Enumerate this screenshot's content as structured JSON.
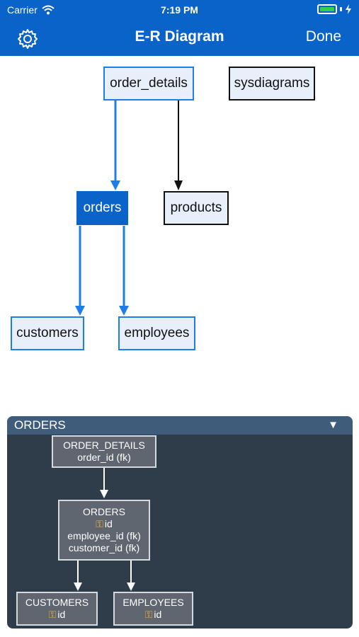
{
  "status_bar": {
    "carrier": "Carrier",
    "time": "7:19 PM"
  },
  "nav": {
    "title": "E-R Diagram",
    "done_label": "Done",
    "settings_icon": "gear-icon"
  },
  "diagram": {
    "tables": {
      "order_details": "order_details",
      "sysdiagrams": "sysdiagrams",
      "orders": "orders",
      "products": "products",
      "customers": "customers",
      "employees": "employees"
    }
  },
  "panel": {
    "title": "ORDERS",
    "toggle": "▼",
    "order_details": {
      "name": "ORDER_DETAILS",
      "fields": [
        "order_id (fk)"
      ]
    },
    "orders": {
      "name": "ORDERS",
      "fields": [
        "id",
        "employee_id (fk)",
        "customer_id (fk)"
      ]
    },
    "customers": {
      "name": "CUSTOMERS",
      "fields": [
        "id"
      ]
    },
    "employees": {
      "name": "EMPLOYEES",
      "fields": [
        "id"
      ]
    }
  },
  "colors": {
    "accent": "#0a63c9",
    "panel_bg": "#2f3c4a",
    "panel_head": "#3f5d7a",
    "link_blue": "#1e7de8"
  }
}
